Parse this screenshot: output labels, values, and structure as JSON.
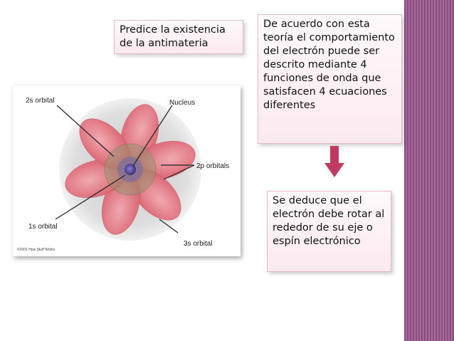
{
  "slide": {
    "box1_text": "Predice la existencia de la antimateria",
    "box2_text": "De acuerdo con esta teoría el comportamiento del electrón puede ser descrito mediante 4 funciones de onda que satisfacen 4 ecuaciones diferentes",
    "box3_text": "Se deduce que el electrón debe rotar al rededor de su eje o espín electrónico",
    "colors": {
      "arrow": "#c0395e",
      "box_border": "#e6b9c9",
      "side_stripe": "#8a4f7f",
      "lobe_fill": "#e8707e"
    }
  },
  "diagram": {
    "labels": {
      "orbital_2s": "2s orbital",
      "nucleus": "Nucleus",
      "orbitals_2p": "2p orbitals",
      "orbital_1s": "1s orbital",
      "orbital_3s": "3s orbital",
      "copyright": "©2001 How Stuff Works"
    }
  }
}
